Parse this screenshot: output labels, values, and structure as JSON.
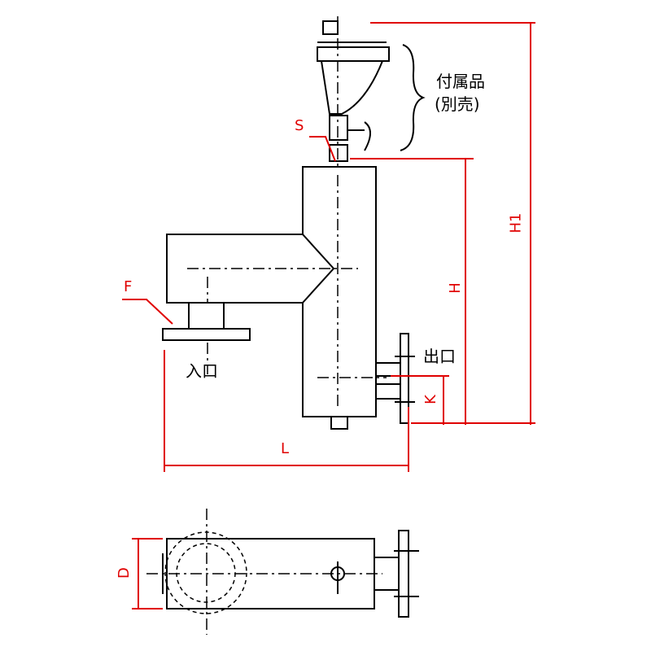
{
  "labels": {
    "accessory": "付属品",
    "sold_separately": "(別売)",
    "inlet": "入口",
    "outlet": "出口",
    "s": "S",
    "f": "F",
    "h": "H",
    "h1": "H1",
    "k": "K",
    "l": "L",
    "d": "D"
  },
  "colors": {
    "dimension": "#e00000",
    "outline": "#000000"
  }
}
